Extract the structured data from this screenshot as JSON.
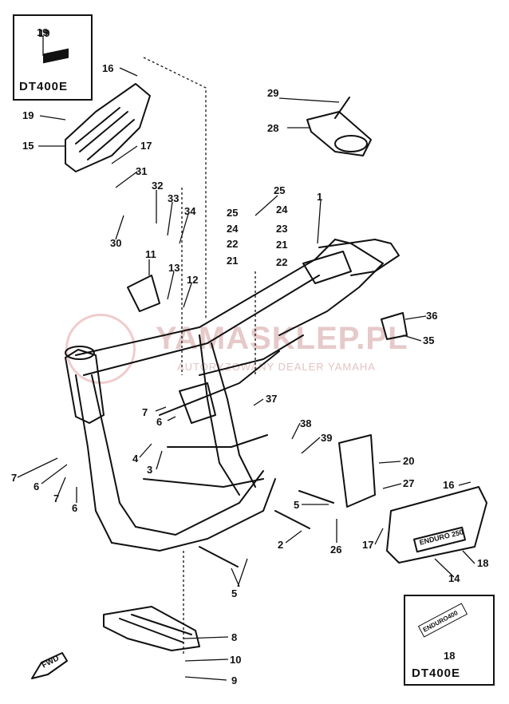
{
  "inset_boxes": [
    {
      "title": "DT400E",
      "part": "19"
    },
    {
      "title": "DT400E",
      "part": "18"
    }
  ],
  "side_cover_stamp": "ENDURO 250",
  "inset_decal_stamp": "ENDURO400",
  "fwd_label": "FWD",
  "watermark": {
    "main": "YAMASKLEP.PL",
    "sub": "AUTORYZOWANY DEALER YAMAHA"
  },
  "callouts": [
    "19",
    "16",
    "19",
    "15",
    "17",
    "31",
    "32",
    "33",
    "34",
    "30",
    "11",
    "13",
    "12",
    "25",
    "24",
    "22",
    "21",
    "25",
    "24",
    "23",
    "21",
    "22",
    "1",
    "29",
    "28",
    "36",
    "35",
    "37",
    "38",
    "39",
    "20",
    "27",
    "16",
    "7",
    "6",
    "4",
    "3",
    "7",
    "6",
    "7",
    "6",
    "5",
    "2",
    "26",
    "17",
    "18",
    "14",
    "5",
    "8",
    "10",
    "9",
    "18"
  ]
}
